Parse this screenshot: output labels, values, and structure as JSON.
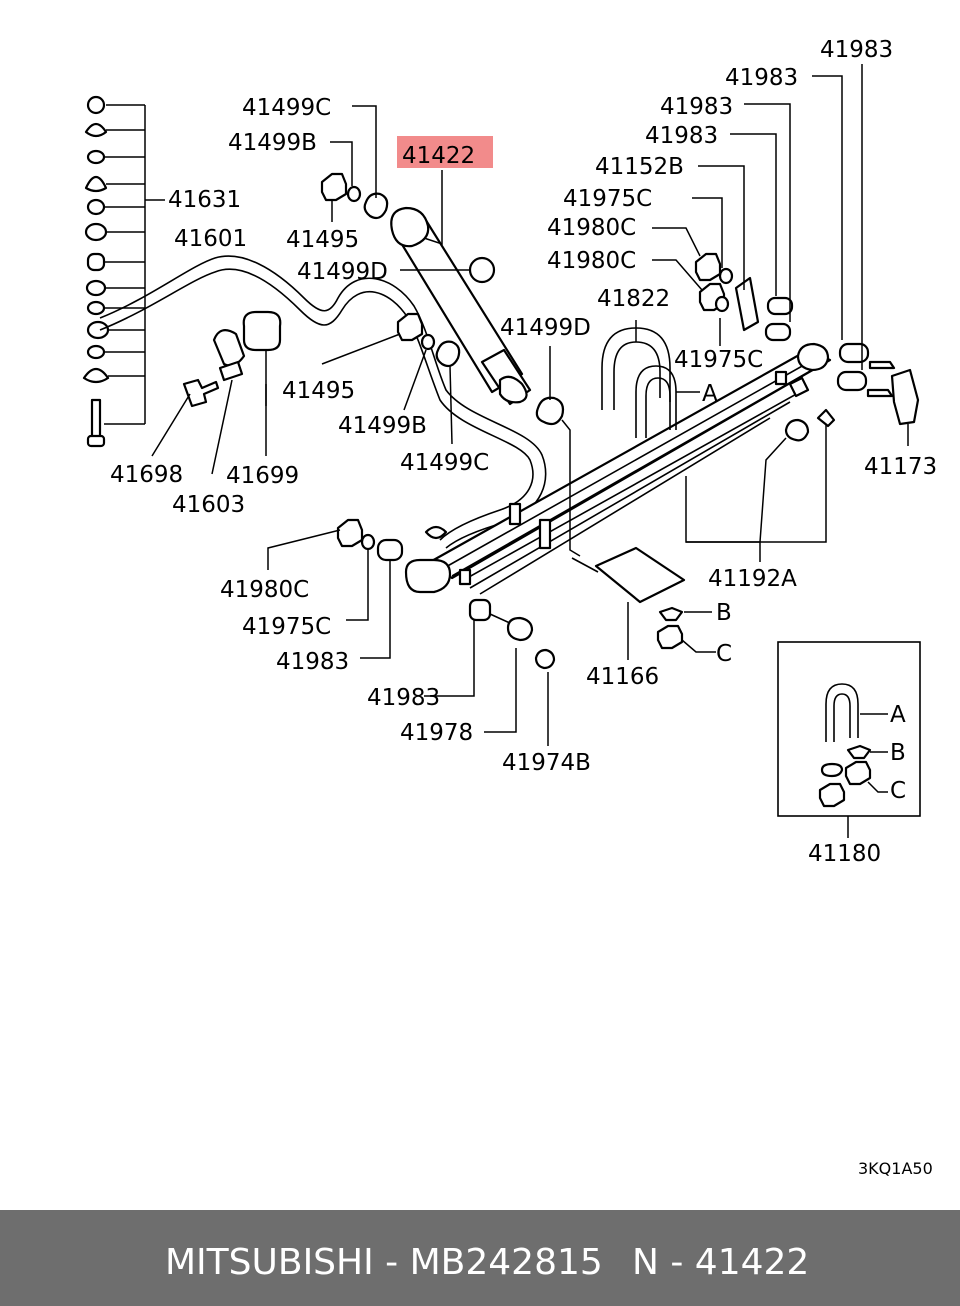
{
  "diagram": {
    "highlight_color": "#f28b8b",
    "highlighted_label": "41422",
    "drawing_code": "3KQ1A50",
    "labels": {
      "l41983_a": "41983",
      "l41983_b": "41983",
      "l41983_c": "41983",
      "l41983_d": "41983",
      "l41499c_top": "41499C",
      "l41499b_top": "41499B",
      "l41422": "41422",
      "l41631": "41631",
      "l41601": "41601",
      "l41495_top": "41495",
      "l41499d_top": "41499D",
      "l41152b": "41152B",
      "l41975c_top": "41975C",
      "l41980c_top": "41980C",
      "l41980c_mid": "41980C",
      "l41822": "41822",
      "l41499d_right": "41499D",
      "l41975c_mid": "41975C",
      "l41495_mid": "41495",
      "l41499b_mid": "41499B",
      "l41499c_mid": "41499C",
      "l41173": "41173",
      "l41698": "41698",
      "l41699": "41699",
      "l41603": "41603",
      "l41192a": "41192A",
      "l41980c_low": "41980C",
      "l41975c_low": "41975C",
      "l41983_low": "41983",
      "l41983_bolt": "41983",
      "l41978": "41978",
      "l41974b": "41974B",
      "l41166": "41166",
      "l41180": "41180",
      "letter_a_1": "A",
      "letter_b_1": "B",
      "letter_c_1": "C",
      "letter_a_2": "A",
      "letter_b_2": "B",
      "letter_c_2": "C"
    }
  },
  "footer": {
    "brand_part": "MITSUBISHI - MB242815",
    "ref": "N - 41422"
  },
  "colors": {
    "footer_bg": "#6e6e6e",
    "footer_text": "#ffffff"
  }
}
